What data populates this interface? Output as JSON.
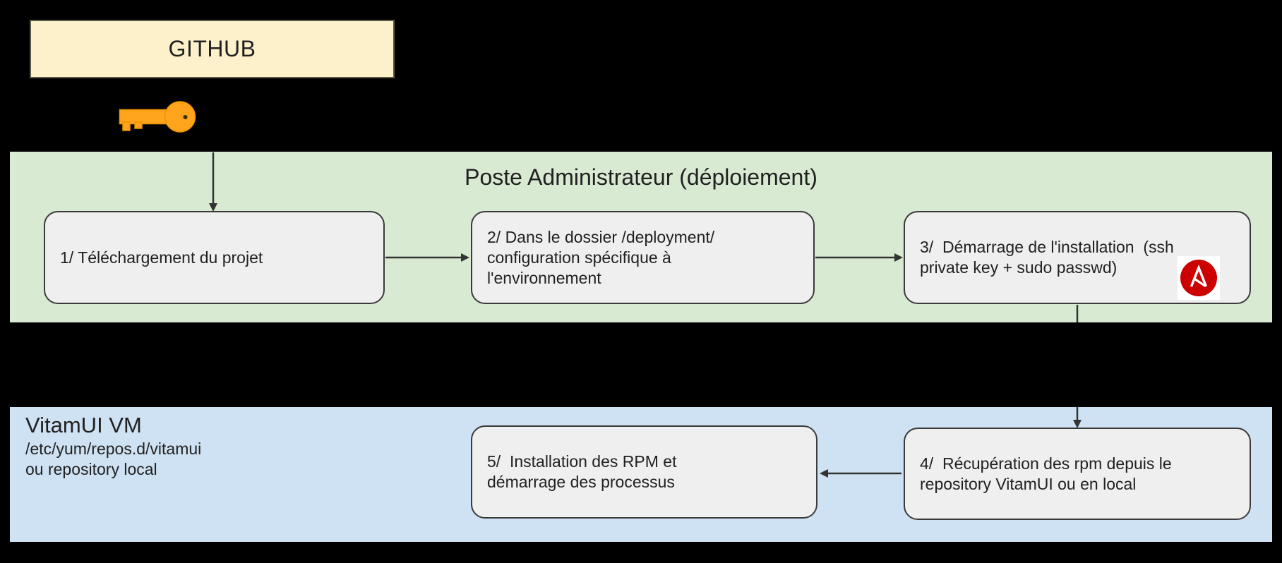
{
  "github": {
    "label": "GITHUB"
  },
  "admin_section": {
    "title": "Poste Administrateur (déploiement)",
    "step1": "1/ Téléchargement du projet",
    "step2": "2/ Dans le dossier /deployment/\nconfiguration spécifique à\nl'environnement",
    "step3": "3/  Démarrage de l'installation  (ssh\nprivate key + sudo passwd)"
  },
  "vm_section": {
    "title": "VitamUI VM",
    "repo_path": "/etc/yum/repos.d/vitamui",
    "repo_alt": "ou repository local",
    "step4": "4/  Récupération des rpm depuis le\nrepository VitamUI ou en local",
    "step5": "5/  Installation des RPM et\ndémarrage des processus"
  },
  "icons": {
    "key": "key-icon",
    "ansible": "ansible-logo-icon"
  },
  "colors": {
    "background": "#000000",
    "github_fill": "#fdf1cb",
    "github_border": "#5b5947",
    "admin_fill": "#d9ead3",
    "vm_fill": "#cfe2f3",
    "step_fill": "#efefef",
    "step_border": "#3b3b3b",
    "text": "#212121",
    "arrow": "#333333",
    "key_orange": "#ffa41c",
    "key_outline": "#ef9400",
    "ansible_red": "#cc0000"
  }
}
